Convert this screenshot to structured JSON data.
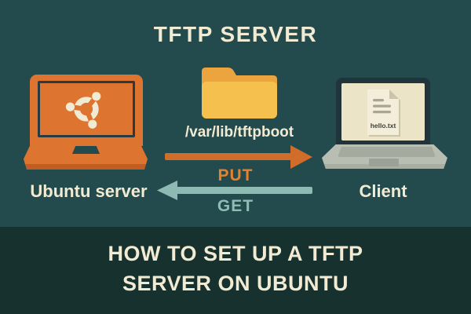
{
  "title": "TFTP SERVER",
  "diagram": {
    "server": {
      "label": "Ubuntu server"
    },
    "folder": {
      "path": "/var/lib/tftpboot"
    },
    "client": {
      "label": "Client",
      "file": "hello.txt"
    },
    "put_label": "PUT",
    "get_label": "GET"
  },
  "footer": {
    "line1": "HOW TO SET UP A TFTP",
    "line2": "SERVER ON UBUNTU"
  },
  "icons": {
    "server": "ubuntu-laptop-icon",
    "logo": "ubuntu-logo-icon",
    "folder": "folder-icon",
    "put": "arrow-right-icon",
    "get": "arrow-left-icon",
    "client": "client-laptop-icon",
    "file": "document-icon"
  },
  "colors": {
    "background_top": "#234a4c",
    "background_bottom": "#17312e",
    "cream_text": "#f2ebd3",
    "orange_laptop": "#dd7430",
    "orange_arrow": "#d06d2a",
    "put_text": "#e8812f",
    "teal_arrow": "#8dbab2",
    "folder_tab": "#eba43e",
    "folder_front": "#f5c04d",
    "client_screen": "#ece4c6",
    "client_base": "#b9beb3"
  }
}
